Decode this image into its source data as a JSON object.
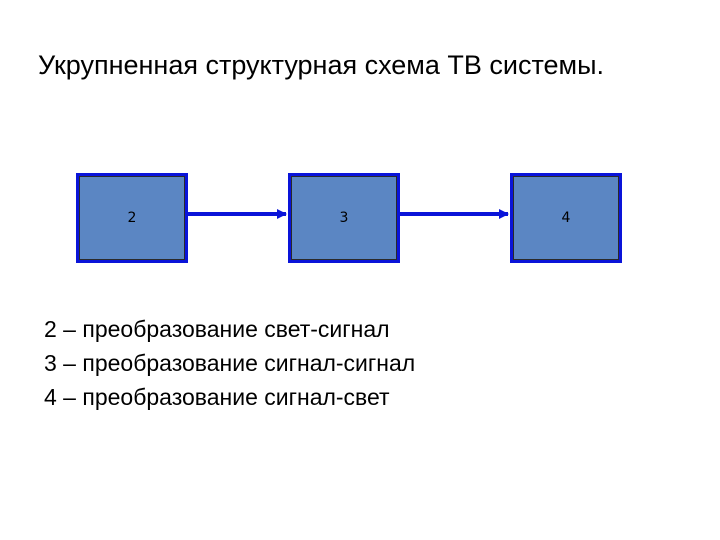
{
  "title": "Укрупненная структурная схема ТВ системы.",
  "blocks": [
    {
      "label": "2"
    },
    {
      "label": "3"
    },
    {
      "label": "4"
    }
  ],
  "legend": [
    "2 – преобразование свет-сигнал",
    "3 – преобразование сигнал-сигнал",
    "4 – преобразование сигнал-свет"
  ],
  "colors": {
    "block_fill": "#5b86c3",
    "block_border": "#0a14d9",
    "arrow": "#0a14d9"
  }
}
